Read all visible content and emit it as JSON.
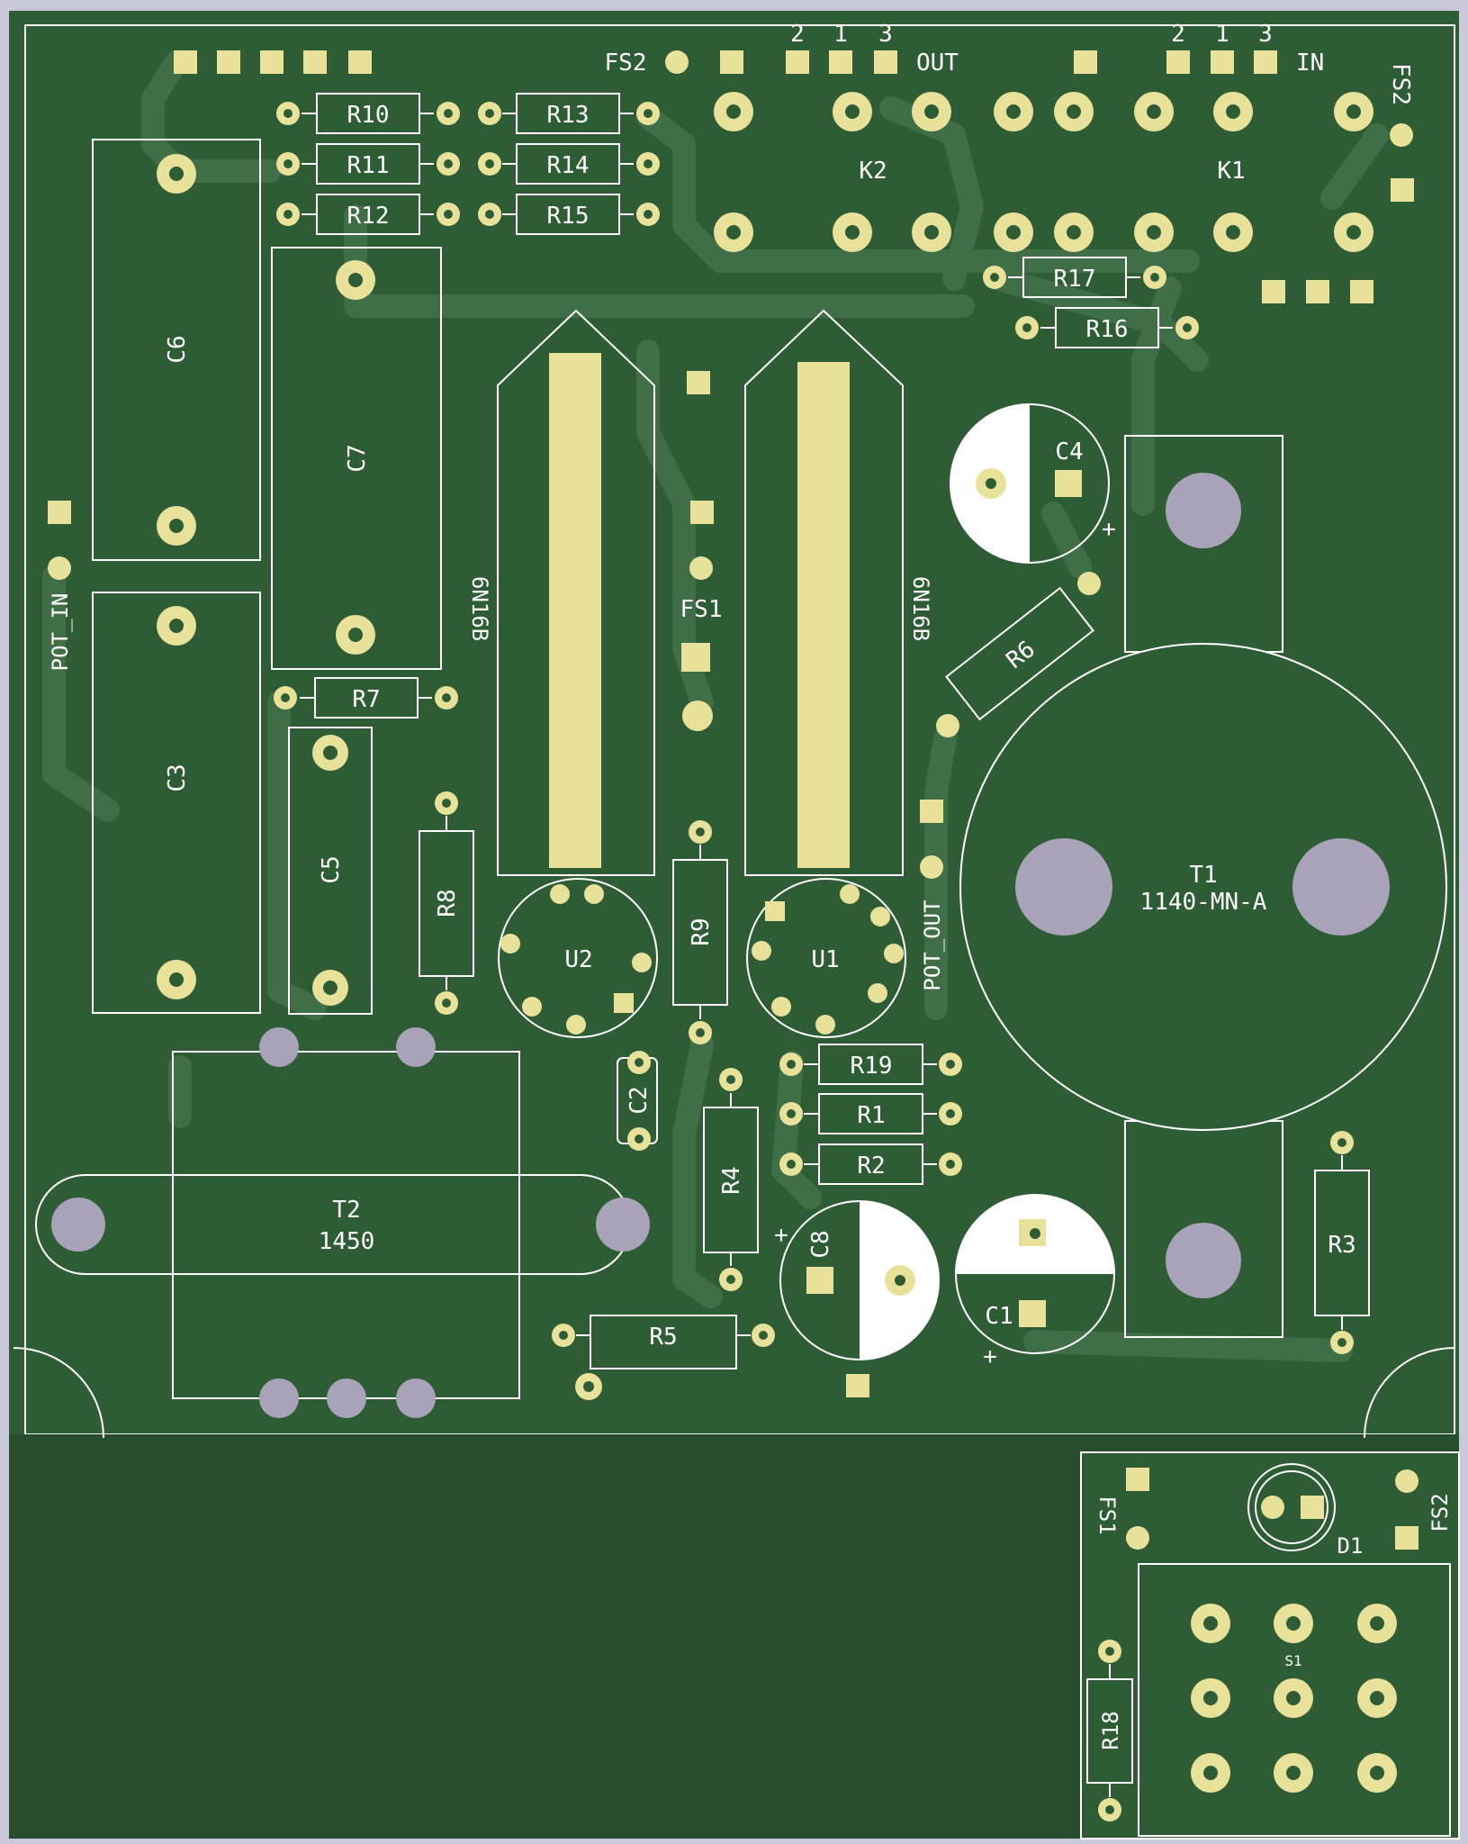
{
  "board": {
    "colors": {
      "background": "#c9c9d9",
      "board": "#2e5d35",
      "copper": "#3d6b45",
      "silkscreen": "#ffffff",
      "pad": "#e8e19a",
      "hole": "#a8a3b8",
      "offboard": "#254d2e"
    }
  },
  "labels": {
    "r10": "R10",
    "r11": "R11",
    "r12": "R12",
    "r13": "R13",
    "r14": "R14",
    "r15": "R15",
    "r16": "R16",
    "r17": "R17",
    "r19": "R19",
    "r1": "R1",
    "r2": "R2",
    "r3": "R3",
    "r4": "R4",
    "r5": "R5",
    "r6": "R6",
    "r7": "R7",
    "r8": "R8",
    "r9": "R9",
    "r18": "R18",
    "c1": "C1",
    "c2": "C2",
    "c3": "C3",
    "c4": "C4",
    "c5": "C5",
    "c6": "C6",
    "c7": "C7",
    "c8": "C8",
    "u1": "U1",
    "u2": "U2",
    "tube1": "6N16B",
    "tube2": "6N16B",
    "k1": "K1",
    "k2": "K2",
    "t1_ref": "T1",
    "t1_value": "1140-MN-A",
    "t2_ref": "T2",
    "t2_value": "1450",
    "d1": "D1",
    "s1": "S1",
    "fs1_mid": "FS1",
    "fs2_top": "FS2",
    "fs2_right": "FS2",
    "fs1_small": "FS1",
    "fs2_small": "FS2",
    "out": "OUT",
    "in": "IN",
    "pot_in": "POT_IN",
    "pot_out": "POT_OUT",
    "pin2_out": "2",
    "pin1_out": "1",
    "pin3_out": "3",
    "pin2_in": "2",
    "pin1_in": "1",
    "pin3_in": "3",
    "plus": "+"
  }
}
